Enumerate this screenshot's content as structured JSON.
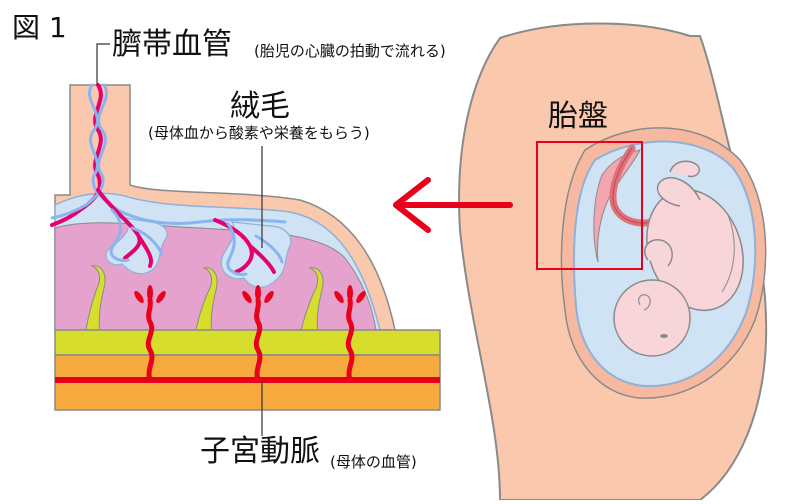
{
  "figure_label": "図 1",
  "umbilical_cord": {
    "label": "臍帯血管",
    "note": "(胎児の心臓の拍動で流れる)"
  },
  "villi": {
    "label": "絨毛",
    "note": "(母体血から酸素や栄養をもらう)"
  },
  "placenta": {
    "label": "胎盤"
  },
  "uterine_artery": {
    "label": "子宮動脈",
    "note": "(母体の血管)"
  },
  "colors": {
    "skin": "#f9c8ad",
    "skin_outline": "#8a8a8a",
    "amniotic": "#cfe3f4",
    "amniotic_outline": "#8fb1d8",
    "fetus": "#f7d5d8",
    "fetus_outline": "#8a8a8a",
    "placenta_tissue": "#e5a2cc",
    "decidua": "#d6dd2d",
    "muscle": "#f6a93c",
    "maternal_blood": "#e8001c",
    "fetal_vessel_red": "#e6006e",
    "fetal_vessel_blue": "#8ab4ef",
    "cord_red": "#e0717a",
    "box_outline": "#e8001c",
    "arrow": "#e8001c"
  }
}
